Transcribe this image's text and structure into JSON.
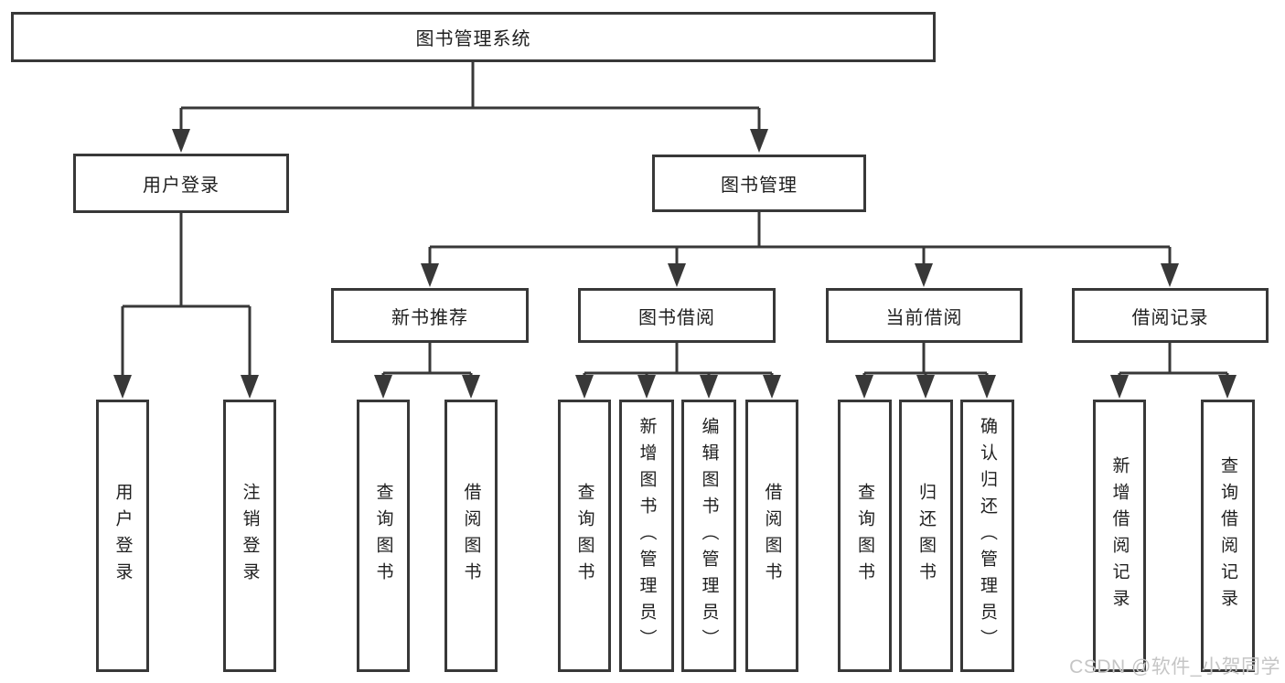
{
  "tree": {
    "label": "图书管理系统",
    "children": [
      {
        "label": "用户登录",
        "children": [
          {
            "label": "用户登录"
          },
          {
            "label": "注销登录"
          }
        ]
      },
      {
        "label": "图书管理",
        "children": [
          {
            "label": "新书推荐",
            "children": [
              {
                "label": "查询图书"
              },
              {
                "label": "借阅图书"
              }
            ]
          },
          {
            "label": "图书借阅",
            "children": [
              {
                "label": "查询图书"
              },
              {
                "label": "新增图书（管理员）"
              },
              {
                "label": "编辑图书（管理员）"
              },
              {
                "label": "借阅图书"
              }
            ]
          },
          {
            "label": "当前借阅",
            "children": [
              {
                "label": "查询图书"
              },
              {
                "label": "归还图书"
              },
              {
                "label": "确认归还（管理员）"
              }
            ]
          },
          {
            "label": "借阅记录",
            "children": [
              {
                "label": "新增借阅记录"
              },
              {
                "label": "查询借阅记录"
              }
            ]
          }
        ]
      }
    ]
  },
  "watermark": {
    "text": "CSDN @软件_小贺同学"
  },
  "colors": {
    "line": "#383838",
    "box_border": "#383838",
    "box_fill": "#ffffff",
    "text": "#1f1f1f",
    "watermark": "#c5c5c5",
    "background": "#ffffff"
  }
}
